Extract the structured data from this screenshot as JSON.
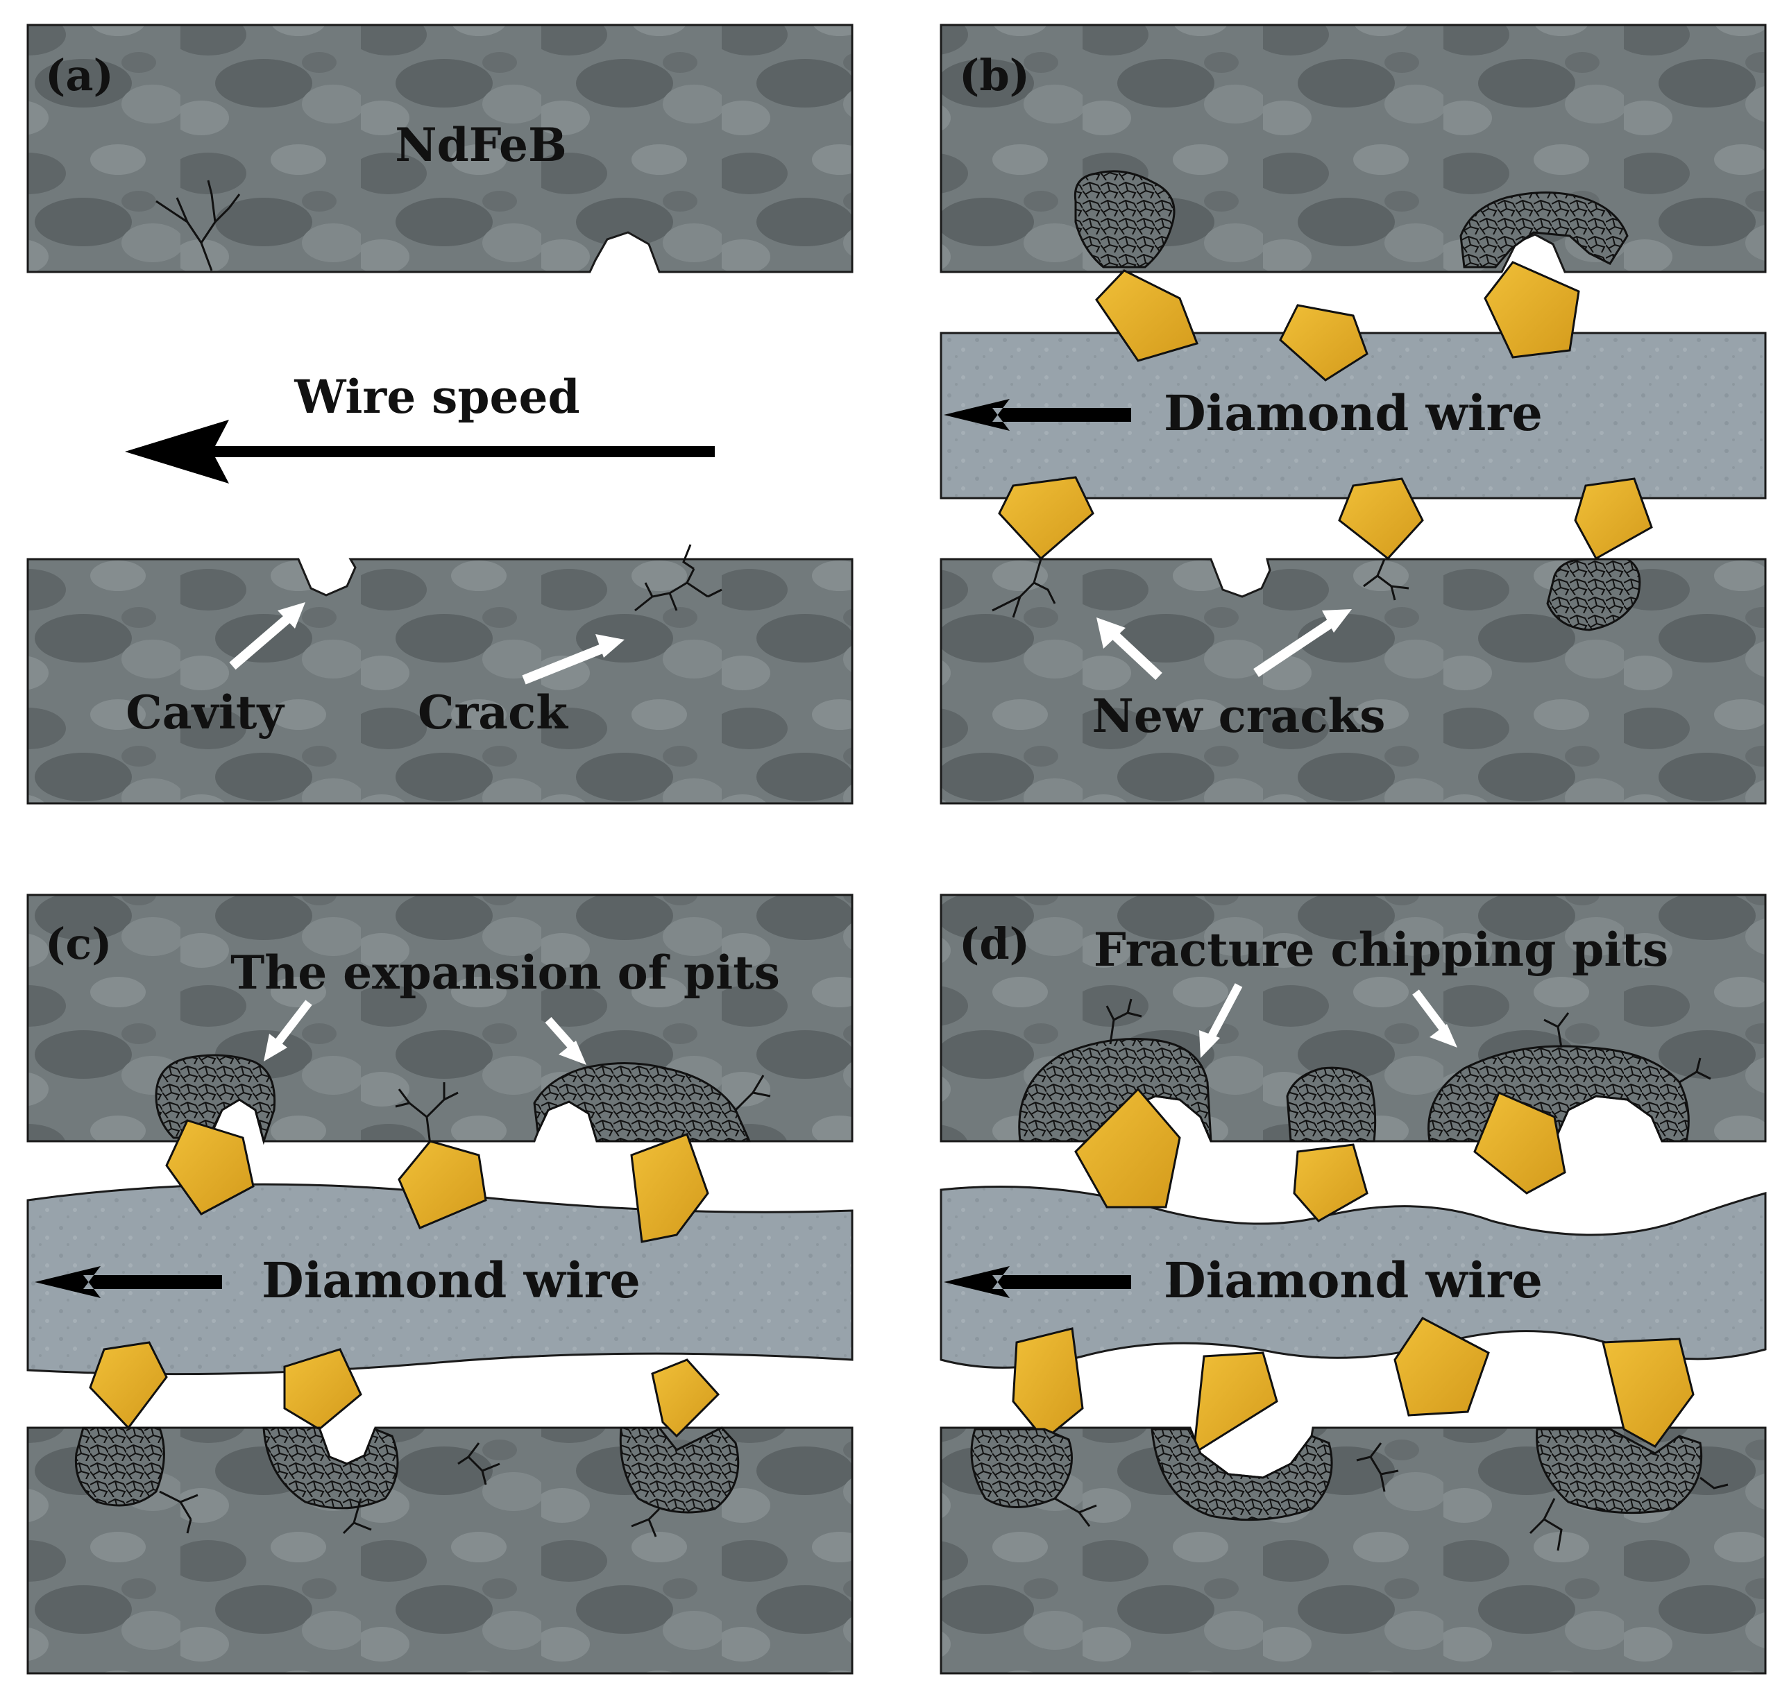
{
  "panels": {
    "a": {
      "tag": "(a)",
      "material_label": "NdFeB",
      "arrow_label": "Wire speed",
      "cavity_label": "Cavity",
      "crack_label": "Crack"
    },
    "b": {
      "tag": "(b)",
      "wire_label": "Diamond wire",
      "cracks_label": "New cracks"
    },
    "c": {
      "tag": "(c)",
      "wire_label": "Diamond wire",
      "pits_label": "The expansion of pits"
    },
    "d": {
      "tag": "(d)",
      "wire_label": "Diamond wire",
      "chipping_label": "Fracture chipping pits"
    }
  },
  "colors": {
    "ndfeb_block": "#727a7c",
    "ndfeb_mottle": "#5b6264",
    "diamond_wire": "#98a3ab",
    "abrasive_grain": "#e2aa28",
    "outline": "#1a1a1a",
    "arrow_black": "#000000",
    "arrow_white": "#ffffff"
  }
}
